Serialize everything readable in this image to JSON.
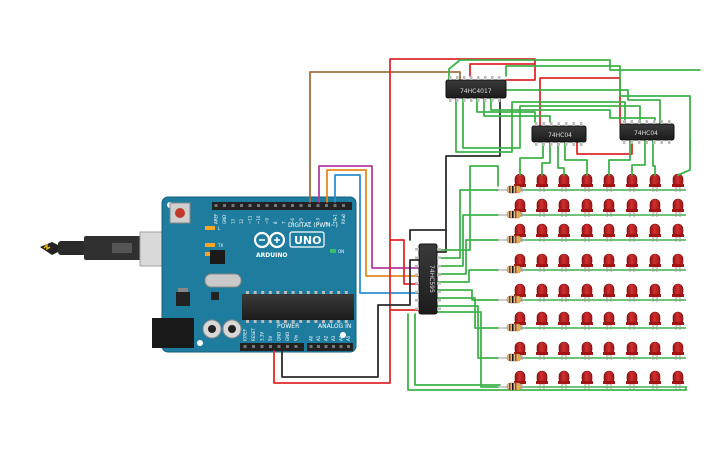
{
  "board": {
    "brand": "ARDUINO",
    "model": "UNO",
    "digital_label": "DIGITAL (PWM~)",
    "power_label": "POWER",
    "analog_label": "ANALOG IN",
    "on_label": "ON",
    "l_label": "L",
    "tx_label": "TX",
    "rx_label": "RX",
    "top_pins": [
      "AREF",
      "GND",
      "13",
      "12",
      "~11",
      "~10",
      "~9",
      "8",
      "7",
      "~6",
      "~5",
      "4",
      "~3",
      "2",
      "TX▸1",
      "RX◂0"
    ],
    "power_pins": [
      "IOREF",
      "RESET",
      "3.3V",
      "5V",
      "GND",
      "GND",
      "Vin"
    ],
    "analog_pins": [
      "A0",
      "A1",
      "A2",
      "A3",
      "A4",
      "A5"
    ]
  },
  "chips": {
    "counter": "74HC4017",
    "inverter_1": "74HC04",
    "inverter_2": "74HC04",
    "shift_register": "74HC595"
  },
  "colors": {
    "wire_red": "#e0292c",
    "wire_green": "#3fb24a",
    "wire_black": "#2b2b2b",
    "wire_brown": "#a0703e",
    "wire_orange": "#e38a20",
    "wire_magenta": "#b43ca0",
    "wire_blue": "#2d8fd0",
    "board_blue": "#1e7c9e",
    "led_red": "#b71c1c"
  }
}
